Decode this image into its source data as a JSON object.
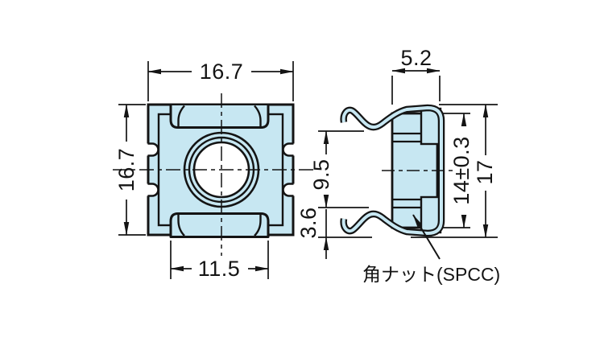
{
  "drawing": {
    "label": "角ナット(SPCC)",
    "colors": {
      "part_fill": "#c7e7f2",
      "line": "#141414",
      "background": "#ffffff"
    },
    "front_view": {
      "width_dim": "16.7",
      "height_dim": "16.7",
      "tab_width_dim": "11.5"
    },
    "side_view": {
      "depth_dim": "5.2",
      "spring_height_dim": "9.5",
      "spring_offset_dim": "3.6",
      "nut_height_dim": "14±0.3",
      "overall_height_dim": "17"
    }
  }
}
